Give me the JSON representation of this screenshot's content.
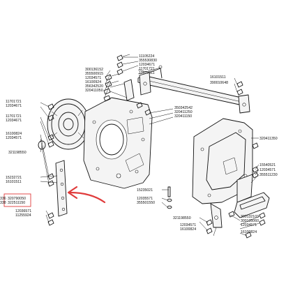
{
  "parts": [
    {
      "key": "p11105224",
      "text": "11105224"
    },
    {
      "key": "p355530830",
      "text": "355530830"
    },
    {
      "key": "p12034671a",
      "text": "12034671"
    },
    {
      "key": "p11701721a",
      "text": "11701721"
    },
    {
      "key": "p12677611",
      "text": "12677611"
    },
    {
      "key": "p300136152",
      "text": "300136152"
    },
    {
      "key": "p355500915",
      "text": "355500915"
    },
    {
      "key": "p12034571a",
      "text": "12034571"
    },
    {
      "key": "p16100924",
      "text": "16100924"
    },
    {
      "key": "p356342520",
      "text": "356342520"
    },
    {
      "key": "p320411050",
      "text": "320411050"
    },
    {
      "key": "p16101511",
      "text": "16101511"
    },
    {
      "key": "p390010648",
      "text": "390010648"
    },
    {
      "key": "p11701721b",
      "text": "11701721"
    },
    {
      "key": "p12034671b",
      "text": "12034671"
    },
    {
      "key": "p350342542",
      "text": "350342542"
    },
    {
      "key": "p320411250",
      "text": "320411250"
    },
    {
      "key": "p320411150",
      "text": "320411150"
    },
    {
      "key": "p11701721c",
      "text": "11701721"
    },
    {
      "key": "p12034671c",
      "text": "12034671"
    },
    {
      "key": "p16100824a",
      "text": "16100824"
    },
    {
      "key": "p12034571b",
      "text": "12034571"
    },
    {
      "key": "p320411350",
      "text": "320411350"
    },
    {
      "key": "p321198550a",
      "text": "321198550"
    },
    {
      "key": "p15540521",
      "text": "15540521"
    },
    {
      "key": "p12034571c",
      "text": "12034571"
    },
    {
      "key": "p355511230",
      "text": "355511230"
    },
    {
      "key": "p15232721",
      "text": "15232721"
    },
    {
      "key": "p16101511b",
      "text": "16101511"
    },
    {
      "key": "p15235021",
      "text": "15235021"
    },
    {
      "key": "p12035571",
      "text": "12035571"
    },
    {
      "key": "p355501550",
      "text": "355501550"
    },
    {
      "key": "p336",
      "text": "336"
    },
    {
      "key": "p320790050",
      "text": "320790050"
    },
    {
      "key": "p338",
      "text": "338"
    },
    {
      "key": "p322511150",
      "text": "322511150"
    },
    {
      "key": "p12036571",
      "text": "12036571"
    },
    {
      "key": "p11255924",
      "text": "11255924"
    },
    {
      "key": "p321198550b",
      "text": "321198550"
    },
    {
      "key": "p300132103",
      "text": "300132103"
    },
    {
      "key": "p300135060",
      "text": "300135060"
    },
    {
      "key": "p12034571d",
      "text": "12034571"
    },
    {
      "key": "p12034571e",
      "text": "12034571"
    },
    {
      "key": "p16100824b",
      "text": "16100824"
    },
    {
      "key": "p16100824c",
      "text": "16100824"
    }
  ]
}
